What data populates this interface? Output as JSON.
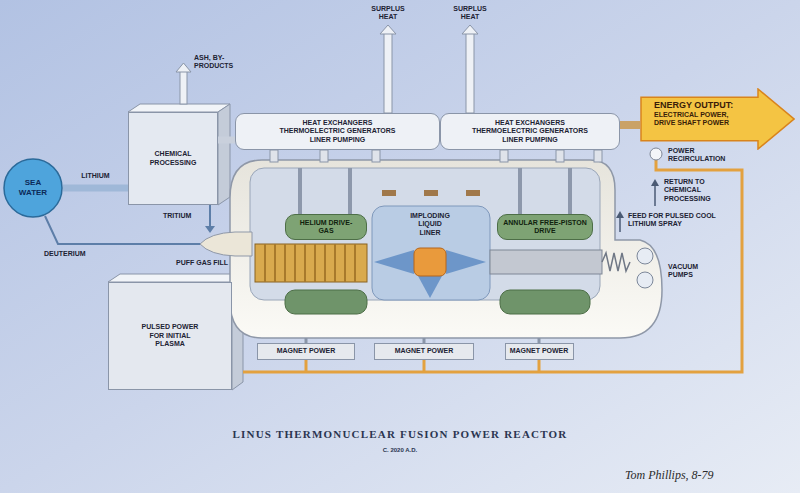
{
  "diagram": {
    "title": "LINUS THERMONUCLEAR FUSION POWER REACTOR",
    "nodes": [
      {
        "text": [
          "SEA WATER"
        ]
      },
      {
        "text": [
          "CHEMICAL PROCESSING"
        ]
      },
      {
        "text": [
          "HEAT EXCHANGERS THERMOELECTRIC GENERATORS LINER PUMPING"
        ]
      },
      {
        "text": [
          "HEAT EXCHANGERS THERMOELECTRIC GENERATORS LINER PUMPING"
        ]
      },
      {
        "text": [
          "ENERGY OUTPUT:",
          "ELECTRICAL POWER, DRIVE SHAFT POWER"
        ]
      },
      {
        "text": [
          "HELIUM DRIVE-GAS"
        ]
      },
      {
        "text": [
          "ANNULAR FREE-PISTON DRIVE"
        ]
      },
      {
        "text": [
          "PULSED POWER FOR INITIAL PLASMA"
        ]
      },
      {
        "text": [
          "MAGNET POWER"
        ]
      },
      {
        "text": [
          "MAGNET POWER"
        ]
      },
      {
        "text": [
          "MAGNET POWER"
        ]
      }
    ],
    "edges": [
      {
        "from": 0,
        "to": 1,
        "label": "LITHIUM",
        "arrow": "none"
      },
      {
        "from": 1,
        "to": 2,
        "arrow": "none"
      },
      {
        "from": 3,
        "to": 4,
        "arrow": "none"
      }
    ],
    "labels": [
      "ASH, BY-PRODUCTS",
      "SURPLUS HEAT",
      "SURPLUS HEAT",
      "TRITIUM",
      "DEUTERIUM",
      "PUFF GAS FILL",
      "IMPLODING LIQUID LINER",
      "POWER RECIRCULATION",
      "RETURN TO CHEMICAL PROCESSING",
      "FEED FOR PULSED COOL LITHIUM SPRAY",
      "VACUUM PUMPS",
      "C. 2020 A.D.",
      "Tom Phillips, 8-79"
    ]
  }
}
